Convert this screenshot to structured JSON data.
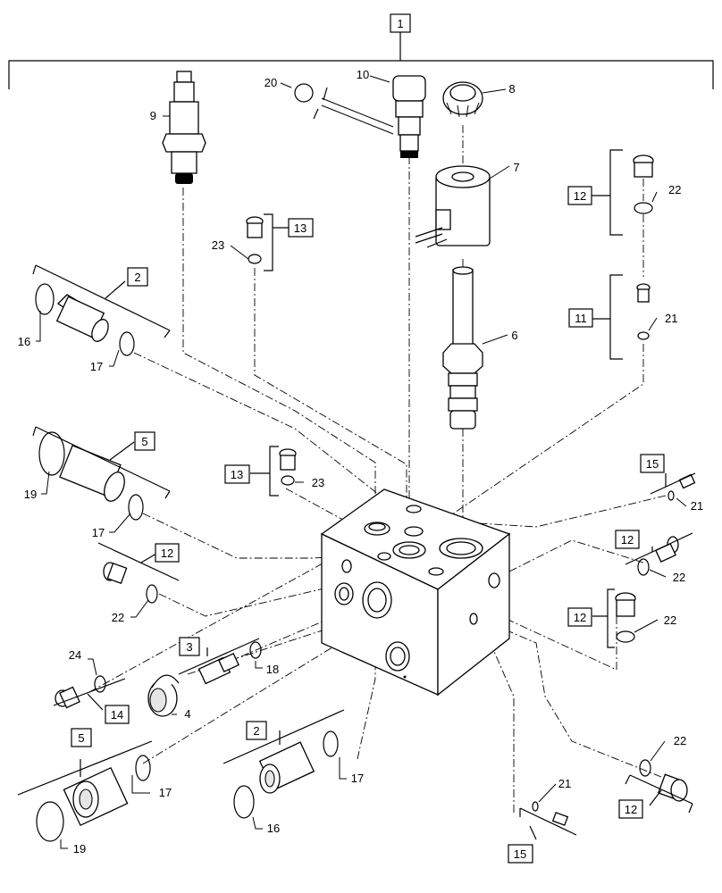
{
  "labels": {
    "l1": "1",
    "l2a": "2",
    "l2b": "2",
    "l3": "3",
    "l4": "4",
    "l5a": "5",
    "l5b": "5",
    "l6": "6",
    "l7": "7",
    "l8": "8",
    "l9": "9",
    "l10": "10",
    "l11": "11",
    "l12a": "12",
    "l12b": "12",
    "l12c": "12",
    "l12d": "12",
    "l12e": "12",
    "l13a": "13",
    "l13b": "13",
    "l14": "14",
    "l15a": "15",
    "l15b": "15",
    "l16a": "16",
    "l16b": "16",
    "l17a": "17",
    "l17b": "17",
    "l17c": "17",
    "l17d": "17",
    "l18": "18",
    "l19a": "19",
    "l19b": "19",
    "l20": "20",
    "l21a": "21",
    "l21b": "21",
    "l21c": "21",
    "l22a": "22",
    "l22b": "22",
    "l22c": "22",
    "l22d": "22",
    "l22e": "22",
    "l23a": "23",
    "l23b": "23",
    "l24": "24"
  }
}
